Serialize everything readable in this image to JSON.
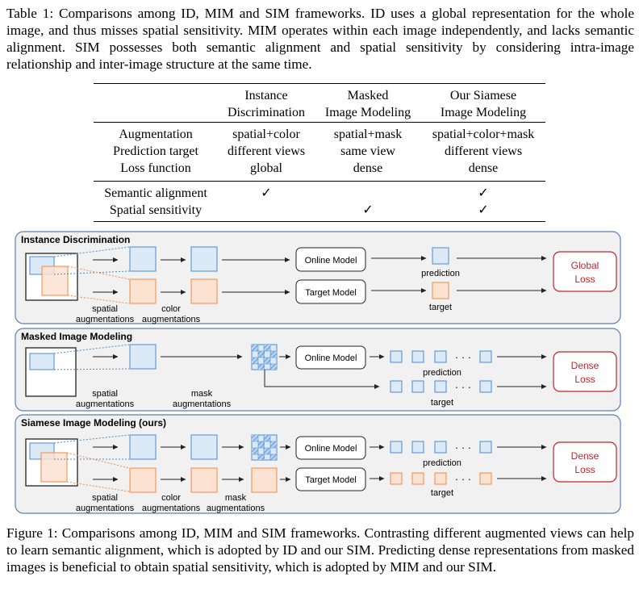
{
  "table_caption": "Table 1: Comparisons among ID, MIM and SIM frameworks. ID uses a global representation for the whole image, and thus misses spatial sensitivity. MIM operates within each image independently, and lacks semantic alignment. SIM possesses both semantic alignment and spatial sensitivity by considering intra-image relationship and inter-image structure at the same time.",
  "table": {
    "columns": [
      {
        "line1": "Instance",
        "line2": "Discrimination"
      },
      {
        "line1": "Masked",
        "line2": "Image Modeling"
      },
      {
        "line1": "Our Siamese",
        "line2": "Image Modeling"
      }
    ],
    "group1_labels": [
      "Augmentation",
      "Prediction target",
      "Loss function"
    ],
    "group1_values": [
      [
        "spatial+color",
        "spatial+mask",
        "spatial+color+mask"
      ],
      [
        "different views",
        "same view",
        "different views"
      ],
      [
        "global",
        "dense",
        "dense"
      ]
    ],
    "group2_labels": [
      "Semantic alignment",
      "Spatial sensitivity"
    ],
    "group2_values": [
      [
        "✓",
        "",
        "✓"
      ],
      [
        "",
        "✓",
        "✓"
      ]
    ]
  },
  "figure": {
    "colors": {
      "blue_fill": "#dce9f7",
      "blue_stroke": "#4a8bd0",
      "orange_fill": "#fce2d0",
      "orange_stroke": "#ef8a46",
      "panel_fill": "#f1f1f1",
      "panel_stroke": "#5b7fb3",
      "loss_stroke": "#c0242c",
      "loss_text": "#c0242c"
    },
    "panel_id": {
      "title": "Instance Discrimination",
      "online_model": "Online Model",
      "target_model": "Target Model",
      "prediction": "prediction",
      "target": "target",
      "loss_line1": "Global",
      "loss_line2": "Loss",
      "aug1_line1": "spatial",
      "aug1_line2": "augmentations",
      "aug2_line1": "color",
      "aug2_line2": "augmentations"
    },
    "panel_mim": {
      "title": "Masked Image Modeling",
      "online_model": "Online Model",
      "prediction": "prediction",
      "target": "target",
      "dots": "· · ·",
      "loss_line1": "Dense",
      "loss_line2": "Loss",
      "aug1_line1": "spatial",
      "aug1_line2": "augmentations",
      "aug2_line1": "mask",
      "aug2_line2": "augmentations"
    },
    "panel_sim": {
      "title": "Siamese Image Modeling (ours)",
      "online_model": "Online Model",
      "target_model": "Target Model",
      "prediction": "prediction",
      "target": "target",
      "dots": "· · ·",
      "loss_line1": "Dense",
      "loss_line2": "Loss",
      "aug1_line1": "spatial",
      "aug1_line2": "augmentations",
      "aug2_line1": "color",
      "aug2_line2": "augmentations",
      "aug3_line1": "mask",
      "aug3_line2": "augmentations"
    }
  },
  "figure_caption": "Figure 1: Comparisons among ID, MIM and SIM frameworks. Contrasting different augmented views can help to learn semantic alignment, which is adopted by ID and our SIM. Predicting dense representations from masked images is beneficial to obtain spatial sensitivity, which is adopted by MIM and our SIM."
}
